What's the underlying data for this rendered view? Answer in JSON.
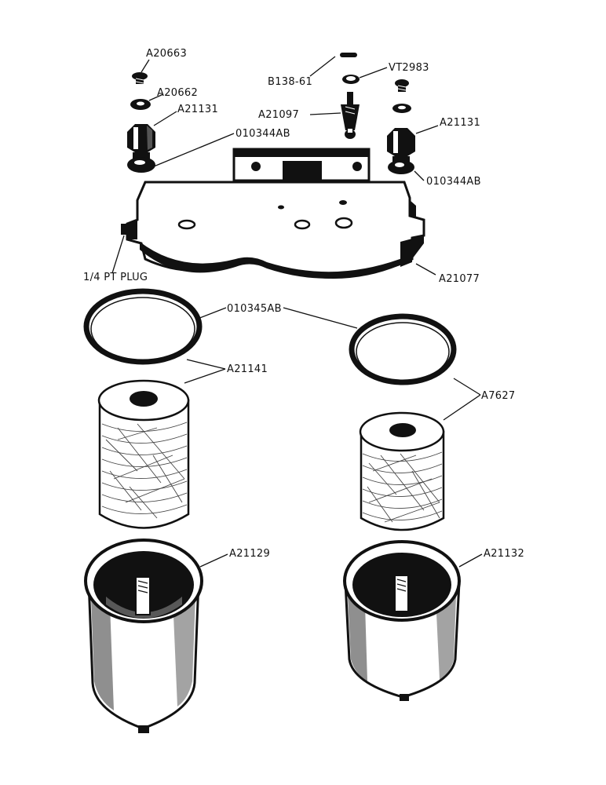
{
  "title": "",
  "parts": {
    "screw": "A20663",
    "lock_washer": "A20662",
    "bolt_left": "A21131",
    "bolt_right": "A21131",
    "oring_left": "010344AB",
    "oring_right": "010344AB",
    "valve": "A21097",
    "pin": "B138-61",
    "valve_washer": "VT2983",
    "filter_base": "A21077",
    "plug": "1/4 PT PLUG",
    "gasket": "010345AB",
    "element_left": "A21141",
    "element_right": "A7627",
    "bowl_left": "A21129",
    "bowl_right": "A21132"
  }
}
